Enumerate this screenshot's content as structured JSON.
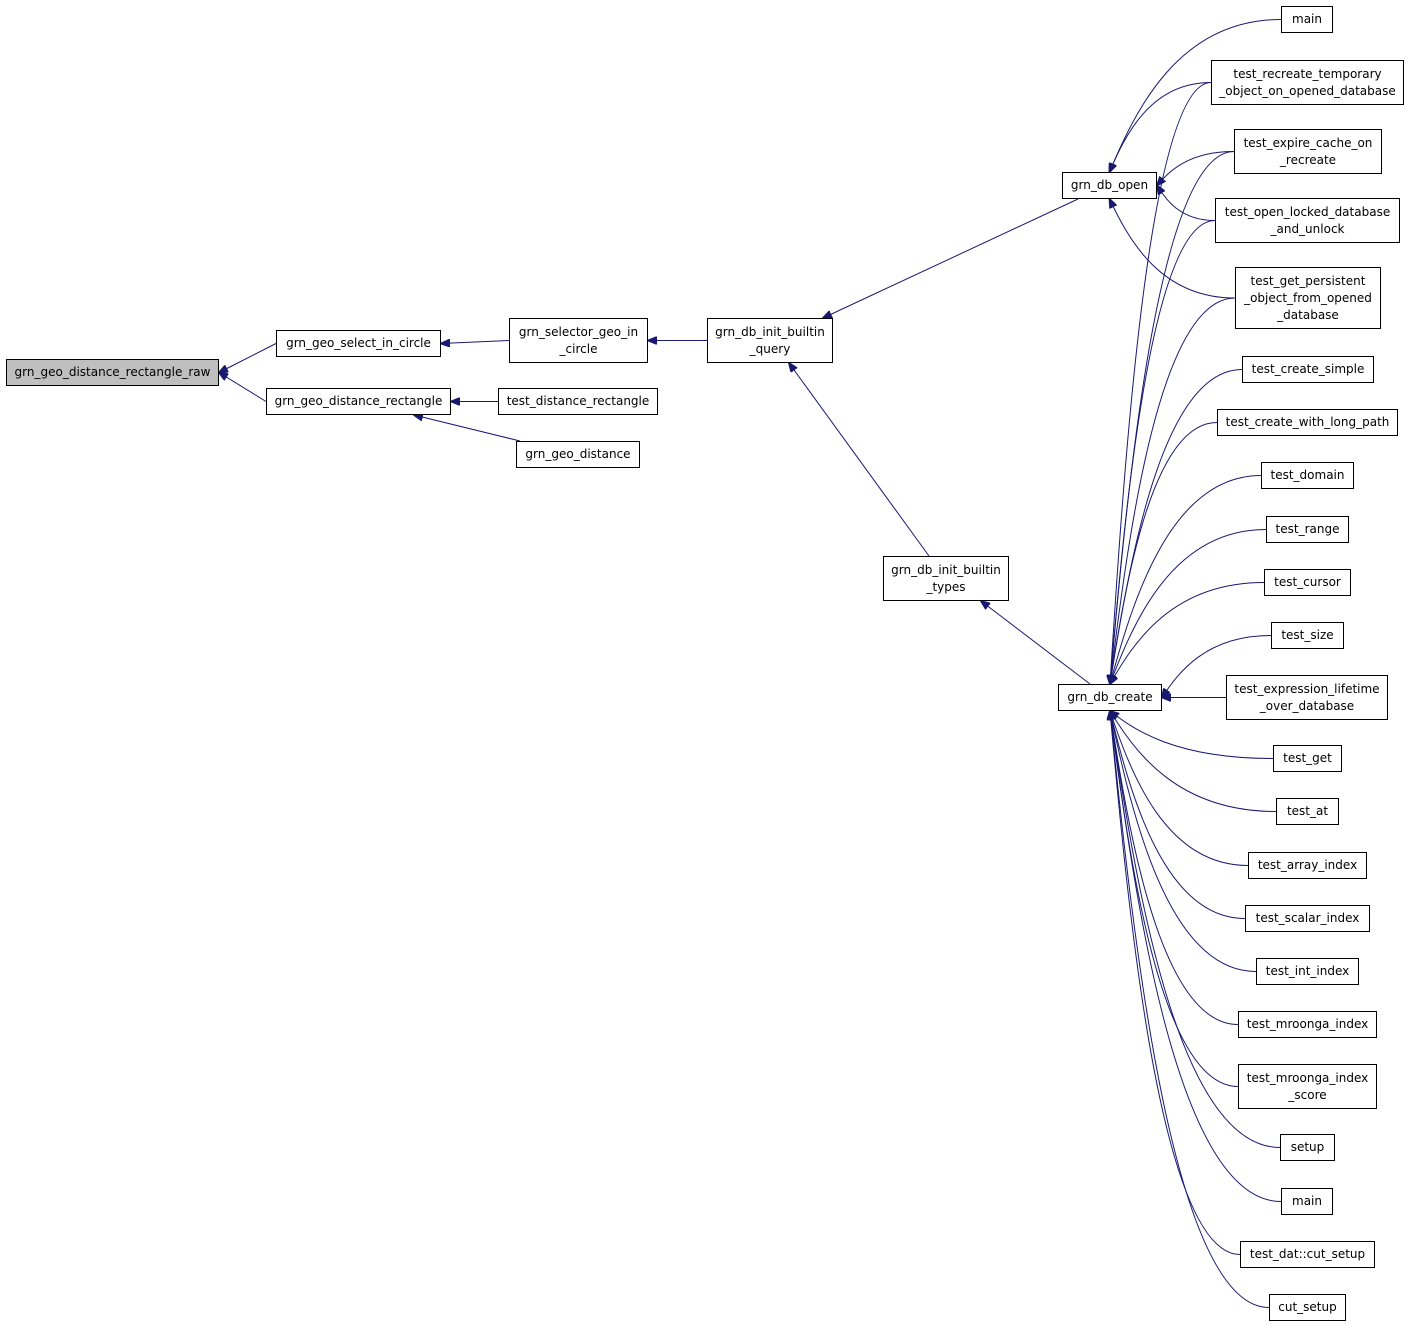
{
  "colors": {
    "edge": "#191970",
    "root_fill": "#bfbfbf",
    "node_fill": "#ffffff",
    "border": "#000000"
  },
  "nodes": [
    {
      "id": "n0",
      "lines": [
        "grn_geo_distance_rectangle_raw"
      ],
      "root": true
    },
    {
      "id": "n1",
      "lines": [
        "grn_geo_select_in_circle"
      ]
    },
    {
      "id": "n2",
      "lines": [
        "grn_geo_distance_rectangle"
      ]
    },
    {
      "id": "n3",
      "lines": [
        "grn_selector_geo_in",
        "_circle"
      ]
    },
    {
      "id": "n4",
      "lines": [
        "test_distance_rectangle"
      ]
    },
    {
      "id": "n5",
      "lines": [
        "grn_geo_distance"
      ]
    },
    {
      "id": "n6",
      "lines": [
        "grn_db_init_builtin",
        "_query"
      ]
    },
    {
      "id": "n7",
      "lines": [
        "grn_db_open"
      ]
    },
    {
      "id": "n8",
      "lines": [
        "grn_db_init_builtin",
        "_types"
      ]
    },
    {
      "id": "n9",
      "lines": [
        "grn_db_create"
      ]
    },
    {
      "id": "n10",
      "lines": [
        "main"
      ]
    },
    {
      "id": "n11",
      "lines": [
        "test_recreate_temporary",
        "_object_on_opened_database"
      ]
    },
    {
      "id": "n12",
      "lines": [
        "test_expire_cache_on",
        "_recreate"
      ]
    },
    {
      "id": "n13",
      "lines": [
        "test_open_locked_database",
        "_and_unlock"
      ]
    },
    {
      "id": "n14",
      "lines": [
        "test_get_persistent",
        "_object_from_opened",
        "_database"
      ]
    },
    {
      "id": "n15",
      "lines": [
        "test_create_simple"
      ]
    },
    {
      "id": "n16",
      "lines": [
        "test_create_with_long_path"
      ]
    },
    {
      "id": "n17",
      "lines": [
        "test_domain"
      ]
    },
    {
      "id": "n18",
      "lines": [
        "test_range"
      ]
    },
    {
      "id": "n19",
      "lines": [
        "test_cursor"
      ]
    },
    {
      "id": "n20",
      "lines": [
        "test_size"
      ]
    },
    {
      "id": "n21",
      "lines": [
        "test_expression_lifetime",
        "_over_database"
      ]
    },
    {
      "id": "n22",
      "lines": [
        "test_get"
      ]
    },
    {
      "id": "n23",
      "lines": [
        "test_at"
      ]
    },
    {
      "id": "n24",
      "lines": [
        "test_array_index"
      ]
    },
    {
      "id": "n25",
      "lines": [
        "test_scalar_index"
      ]
    },
    {
      "id": "n26",
      "lines": [
        "test_int_index"
      ]
    },
    {
      "id": "n27",
      "lines": [
        "test_mroonga_index"
      ]
    },
    {
      "id": "n28",
      "lines": [
        "test_mroonga_index",
        "_score"
      ]
    },
    {
      "id": "n29",
      "lines": [
        "setup"
      ]
    },
    {
      "id": "n30",
      "lines": [
        "main"
      ]
    },
    {
      "id": "n31",
      "lines": [
        "test_dat::cut_setup"
      ]
    },
    {
      "id": "n32",
      "lines": [
        "cut_setup"
      ]
    }
  ],
  "edges": [
    {
      "from": "n1",
      "to": "n0"
    },
    {
      "from": "n2",
      "to": "n0"
    },
    {
      "from": "n3",
      "to": "n1"
    },
    {
      "from": "n4",
      "to": "n2"
    },
    {
      "from": "n5",
      "to": "n2"
    },
    {
      "from": "n6",
      "to": "n3"
    },
    {
      "from": "n7",
      "to": "n6"
    },
    {
      "from": "n8",
      "to": "n6"
    },
    {
      "from": "n9",
      "to": "n8"
    },
    {
      "from": "n10",
      "to": "n7"
    },
    {
      "from": "n11",
      "to": "n7"
    },
    {
      "from": "n12",
      "to": "n7"
    },
    {
      "from": "n13",
      "to": "n7"
    },
    {
      "from": "n14",
      "to": "n7"
    },
    {
      "from": "n11",
      "to": "n9"
    },
    {
      "from": "n12",
      "to": "n9"
    },
    {
      "from": "n13",
      "to": "n9"
    },
    {
      "from": "n14",
      "to": "n9"
    },
    {
      "from": "n15",
      "to": "n9"
    },
    {
      "from": "n16",
      "to": "n9"
    },
    {
      "from": "n17",
      "to": "n9"
    },
    {
      "from": "n18",
      "to": "n9"
    },
    {
      "from": "n19",
      "to": "n9"
    },
    {
      "from": "n20",
      "to": "n9"
    },
    {
      "from": "n21",
      "to": "n9"
    },
    {
      "from": "n22",
      "to": "n9"
    },
    {
      "from": "n23",
      "to": "n9"
    },
    {
      "from": "n24",
      "to": "n9"
    },
    {
      "from": "n25",
      "to": "n9"
    },
    {
      "from": "n26",
      "to": "n9"
    },
    {
      "from": "n27",
      "to": "n9"
    },
    {
      "from": "n28",
      "to": "n9"
    },
    {
      "from": "n29",
      "to": "n9"
    },
    {
      "from": "n30",
      "to": "n9"
    },
    {
      "from": "n31",
      "to": "n9"
    },
    {
      "from": "n32",
      "to": "n9"
    }
  ]
}
